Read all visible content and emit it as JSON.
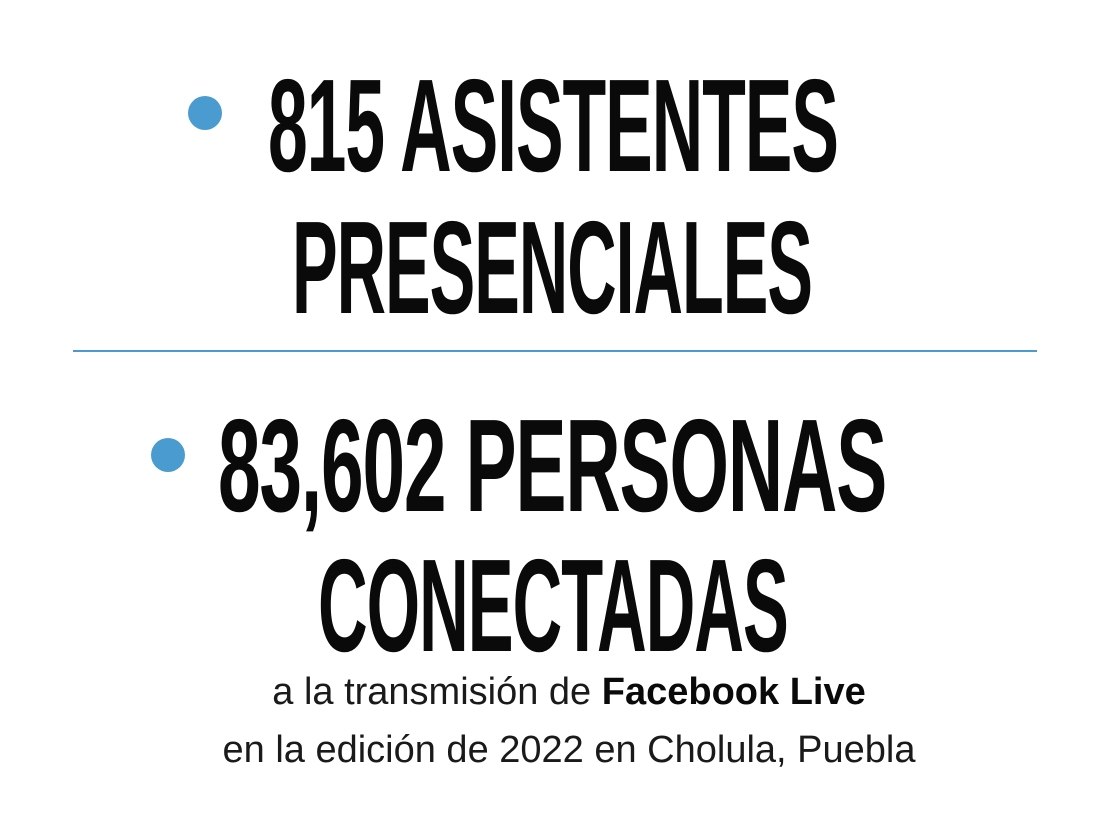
{
  "colors": {
    "accent": "#4a9bcf",
    "text": "#0a0a0a"
  },
  "stat1": {
    "line1": "815 ASISTENTES",
    "line2": "PRESENCIALES"
  },
  "stat2": {
    "line1": "83,602 PERSONAS",
    "line2": "CONECTADAS"
  },
  "caption": {
    "line1_prefix": "a la transmisión de ",
    "line1_bold": "Facebook Live",
    "line2": "en la edición de 2022 en Cholula, Puebla"
  }
}
